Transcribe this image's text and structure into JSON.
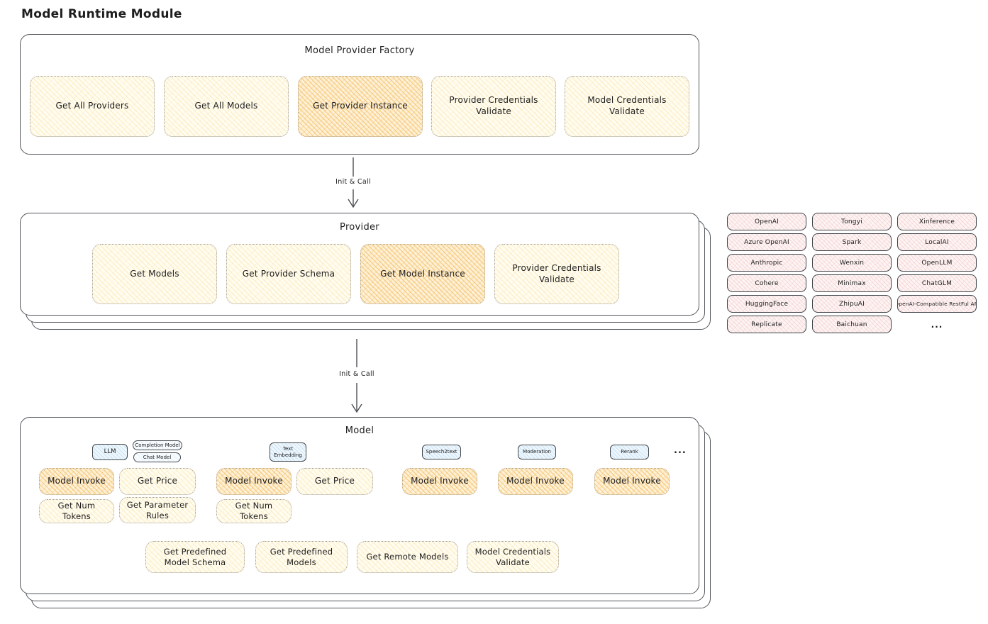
{
  "page_title": "Model Runtime Module",
  "arrows": {
    "top_label": "Init & Call",
    "bottom_label": "Init & Call"
  },
  "factory": {
    "title": "Model Provider Factory",
    "buttons": [
      {
        "label": "Get All Providers",
        "highlighted": false
      },
      {
        "label": "Get All Models",
        "highlighted": false
      },
      {
        "label": "Get Provider Instance",
        "highlighted": true
      },
      {
        "label": "Provider Credentials Validate",
        "highlighted": false
      },
      {
        "label": "Model Credentials Validate",
        "highlighted": false
      }
    ]
  },
  "provider": {
    "title": "Provider",
    "buttons": [
      {
        "label": "Get Models",
        "highlighted": false
      },
      {
        "label": "Get Provider Schema",
        "highlighted": false
      },
      {
        "label": "Get Model Instance",
        "highlighted": true
      },
      {
        "label": "Provider Credentials Validate",
        "highlighted": false
      }
    ]
  },
  "providers_grid": {
    "items": [
      "OpenAI",
      "Tongyi",
      "Xinference",
      "Azure OpenAI",
      "Spark",
      "LocalAI",
      "Anthropic",
      "Wenxin",
      "OpenLLM",
      "Cohere",
      "Minimax",
      "ChatGLM",
      "HuggingFace",
      "ZhipuAI",
      "OpenAI-Compatible RestFul API",
      "Replicate",
      "Baichuan"
    ],
    "more_label": "..."
  },
  "model": {
    "title": "Model",
    "type_chips": {
      "llm": "LLM",
      "completion_model": "Completion Model",
      "chat_model": "Chat Model",
      "text_embedding": "Text Embedding",
      "speech2text": "Speech2text",
      "moderation": "Moderation",
      "rerank": "Rerank",
      "more": "..."
    },
    "buttons": {
      "model_invoke": "Model Invoke",
      "get_price": "Get Price",
      "get_num_tokens": "Get Num Tokens",
      "get_parameter_rules": "Get Parameter Rules",
      "get_predefined_model_schema": "Get Predefined Model Schema",
      "get_predefined_models": "Get Predefined Models",
      "get_remote_models": "Get Remote Models",
      "model_credentials_validate": "Model Credentials Validate"
    }
  },
  "colors": {
    "highlight_orange": "#f3af42",
    "light_yellow": "#f6d47d",
    "type_chip_blue": "#94c7eb",
    "provider_chip_pink": "#e9a4a4",
    "outline_dark": "#51565b"
  }
}
